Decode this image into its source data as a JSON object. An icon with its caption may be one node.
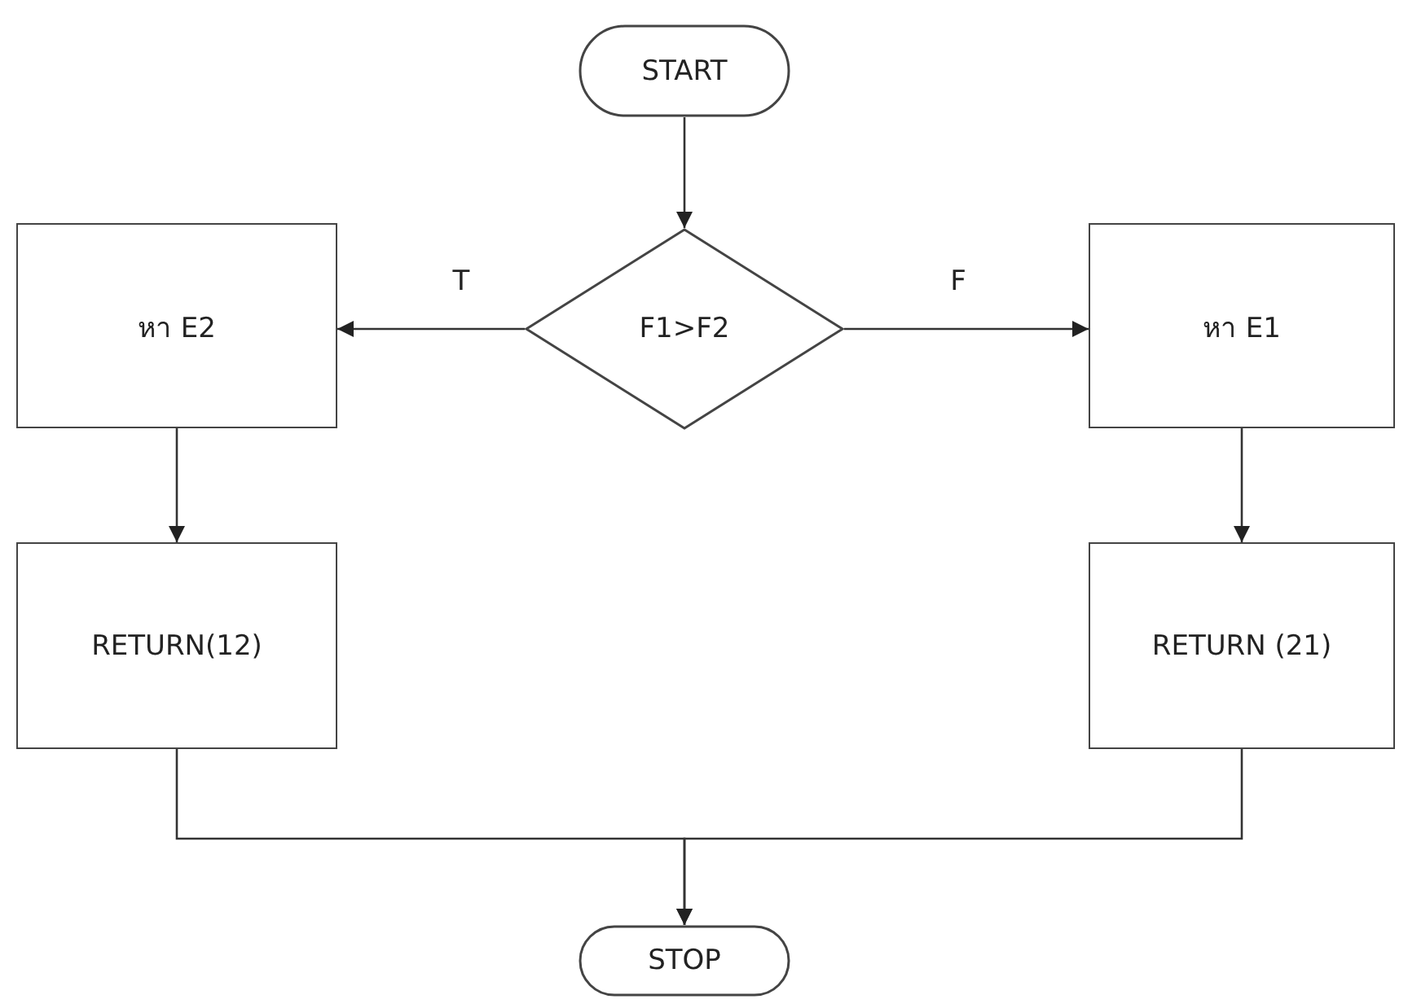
{
  "diagram": {
    "nodes": [
      {
        "text": [
          "START"
        ]
      },
      {
        "text": [
          "F1>F2"
        ]
      },
      {
        "text": [
          "หา E2"
        ]
      },
      {
        "text": [
          "หา E1"
        ]
      },
      {
        "text": [
          "RETURN(12)"
        ]
      },
      {
        "text": [
          "RETURN (21)"
        ]
      },
      {
        "text": [
          "STOP"
        ]
      }
    ],
    "edges": [
      {
        "from": 0,
        "to": 1,
        "arrow": "to"
      },
      {
        "from": 1,
        "to": 2,
        "arrow": "to",
        "label": "T"
      },
      {
        "from": 1,
        "to": 3,
        "arrow": "to",
        "label": "F"
      },
      {
        "from": 2,
        "to": 4,
        "arrow": "to"
      },
      {
        "from": 3,
        "to": 5,
        "arrow": "to"
      },
      {
        "from": 4,
        "to": 6,
        "arrow": "to"
      },
      {
        "from": 5,
        "to": 6,
        "arrow": "to"
      }
    ]
  }
}
